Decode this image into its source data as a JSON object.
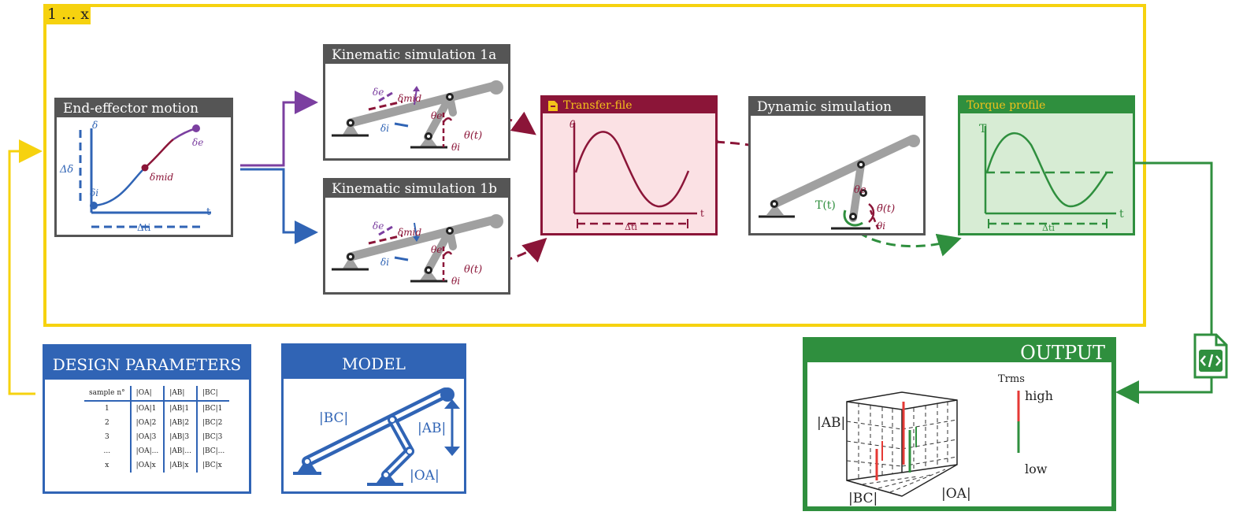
{
  "loop": {
    "label": "1 ... x"
  },
  "end_effector": {
    "title": "End-effector motion",
    "labels": {
      "delta": "δ",
      "delta_i": "δi",
      "delta_mid": "δmid",
      "delta_e": "δe",
      "delta_delta": "Δδ",
      "t": "t",
      "dt": "Δti"
    }
  },
  "kin_a": {
    "title": "Kinematic simulation 1a"
  },
  "kin_b": {
    "title": "Kinematic simulation 1b"
  },
  "mech_labels": {
    "delta_e": "δe",
    "delta_mid": "δmid",
    "delta_i": "δi",
    "theta_e": "θe",
    "theta_t": "θ(t)",
    "theta_i": "θi"
  },
  "transfer": {
    "title": "Transfer-file",
    "y_label": "θ̈",
    "x_label": "t",
    "dt": "Δti"
  },
  "dynamic": {
    "title": "Dynamic simulation",
    "labels": {
      "theta_e": "θe",
      "theta_dd": "θ̈(t)",
      "torque": "T(t)",
      "theta_i": "θi"
    }
  },
  "torque": {
    "title": "Torque profile",
    "y_label": "T",
    "x_label": "t",
    "dt": "Δti"
  },
  "design_params": {
    "title": "DESIGN PARAMETERS",
    "headers": [
      "sample n°",
      "|OA|",
      "|AB|",
      "|BC|"
    ],
    "rows": [
      [
        "1",
        "|OA|1",
        "|AB|1",
        "|BC|1"
      ],
      [
        "2",
        "|OA|2",
        "|AB|2",
        "|BC|2"
      ],
      [
        "3",
        "|OA|3",
        "|AB|3",
        "|BC|3"
      ],
      [
        "...",
        "|OA|...",
        "|AB|...",
        "|BC|..."
      ],
      [
        "x",
        "|OA|x",
        "|AB|x",
        "|BC|x"
      ]
    ]
  },
  "model": {
    "title": "MODEL",
    "labels": {
      "bc": "|BC|",
      "ab": "|AB|",
      "oa": "|OA|"
    }
  },
  "output": {
    "title": "OUTPUT",
    "axes": {
      "ab": "|AB|",
      "bc": "|BC|",
      "oa": "|OA|"
    },
    "legend": {
      "title": "Trms",
      "high": "high",
      "low": "low"
    }
  },
  "code_icon": "code-file-icon",
  "colors": {
    "yellow": "#f6d20f",
    "blue": "#3064b5",
    "purple": "#7b3fa0",
    "maroon": "#8b1538",
    "green": "#2f8f3e",
    "gray": "#555555"
  }
}
